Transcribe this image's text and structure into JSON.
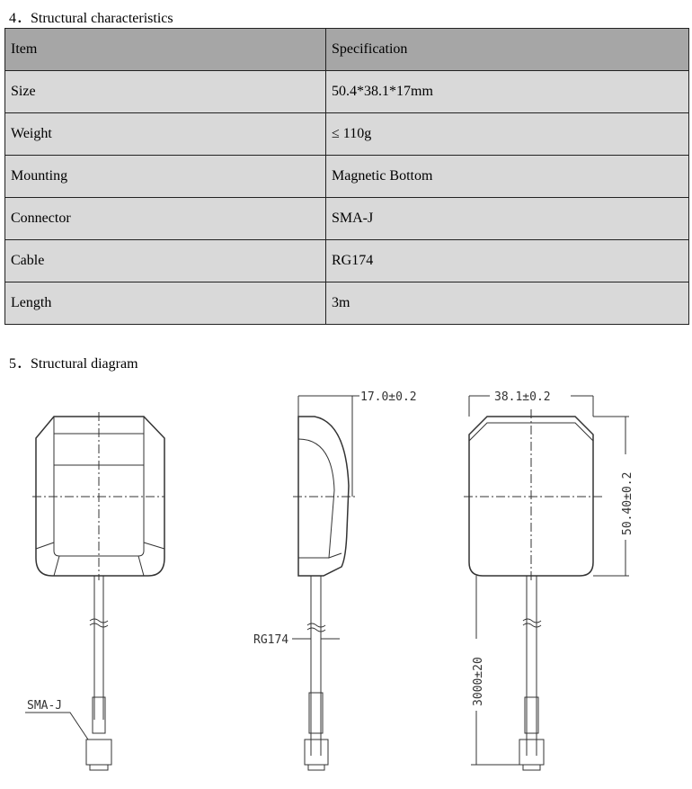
{
  "section4": {
    "title": "4．Structural characteristics"
  },
  "table": {
    "headers": [
      "Item",
      "Specification"
    ],
    "rows": [
      [
        "Size",
        "50.4*38.1*17mm"
      ],
      [
        "Weight",
        "≤ 110g"
      ],
      [
        "Mounting",
        "Magnetic Bottom"
      ],
      [
        "Connector",
        "SMA-J"
      ],
      [
        "Cable",
        "RG174"
      ],
      [
        "Length",
        "3m"
      ]
    ]
  },
  "section5": {
    "title": "5．Structural diagram"
  },
  "diagram": {
    "thickness": "17.0±0.2",
    "width": "38.1±0.2",
    "height": "50.40±0.2",
    "cable_length": "3000±20",
    "cable_label": "RG174",
    "connector_label": "SMA-J"
  }
}
